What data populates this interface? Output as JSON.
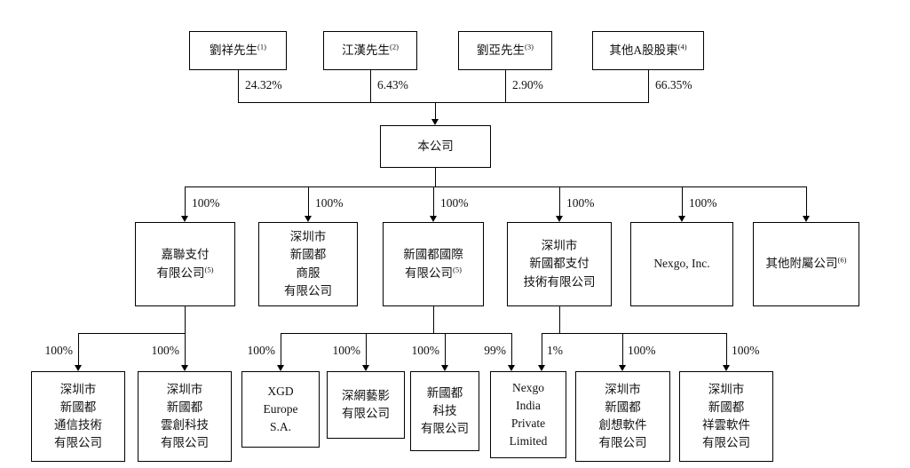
{
  "shareholders": [
    {
      "name": "劉祥先生",
      "note": "(1)",
      "pct": "24.32%"
    },
    {
      "name": "江漢先生",
      "note": "(2)",
      "pct": "6.43%"
    },
    {
      "name": "劉亞先生",
      "note": "(3)",
      "pct": "2.90%"
    },
    {
      "name": "其他A股股東",
      "note": "(4)",
      "pct": "66.35%"
    }
  ],
  "company": {
    "name": "本公司"
  },
  "level2": [
    {
      "lines": [
        "嘉聯支付",
        "有限公司"
      ],
      "note": "(5)",
      "pct": "100%"
    },
    {
      "lines": [
        "深圳市",
        "新國都",
        "商服",
        "有限公司"
      ],
      "pct": "100%"
    },
    {
      "lines": [
        "新國都國際",
        "有限公司"
      ],
      "note": "(5)",
      "pct": "100%"
    },
    {
      "lines": [
        "深圳市",
        "新國都支付",
        "技術有限公司"
      ],
      "pct": "100%"
    },
    {
      "lines": [
        "Nexgo, Inc."
      ],
      "pct": "100%"
    },
    {
      "lines": [
        "其他附屬公司"
      ],
      "note": "(6)"
    }
  ],
  "level3": [
    {
      "lines": [
        "深圳市",
        "新國都",
        "通信技術",
        "有限公司"
      ],
      "pct": "100%"
    },
    {
      "lines": [
        "深圳市",
        "新國都",
        "雲創科技",
        "有限公司"
      ],
      "pct": "100%"
    },
    {
      "lines": [
        "XGD",
        "Europe",
        "S.A."
      ],
      "pct": "100%"
    },
    {
      "lines": [
        "深網藝影",
        "有限公司"
      ],
      "pct": "100%"
    },
    {
      "lines": [
        "新國都",
        "科技",
        "有限公司"
      ],
      "pct": "100%"
    },
    {
      "lines": [
        "Nexgo",
        "India",
        "Private",
        "Limited"
      ],
      "pct_from_international": "99%",
      "pct_from_payment": "1%"
    },
    {
      "lines": [
        "深圳市",
        "新國都",
        "創想軟件",
        "有限公司"
      ],
      "pct": "100%"
    },
    {
      "lines": [
        "深圳市",
        "新國都",
        "祥雲軟件",
        "有限公司"
      ],
      "pct": "100%"
    }
  ]
}
